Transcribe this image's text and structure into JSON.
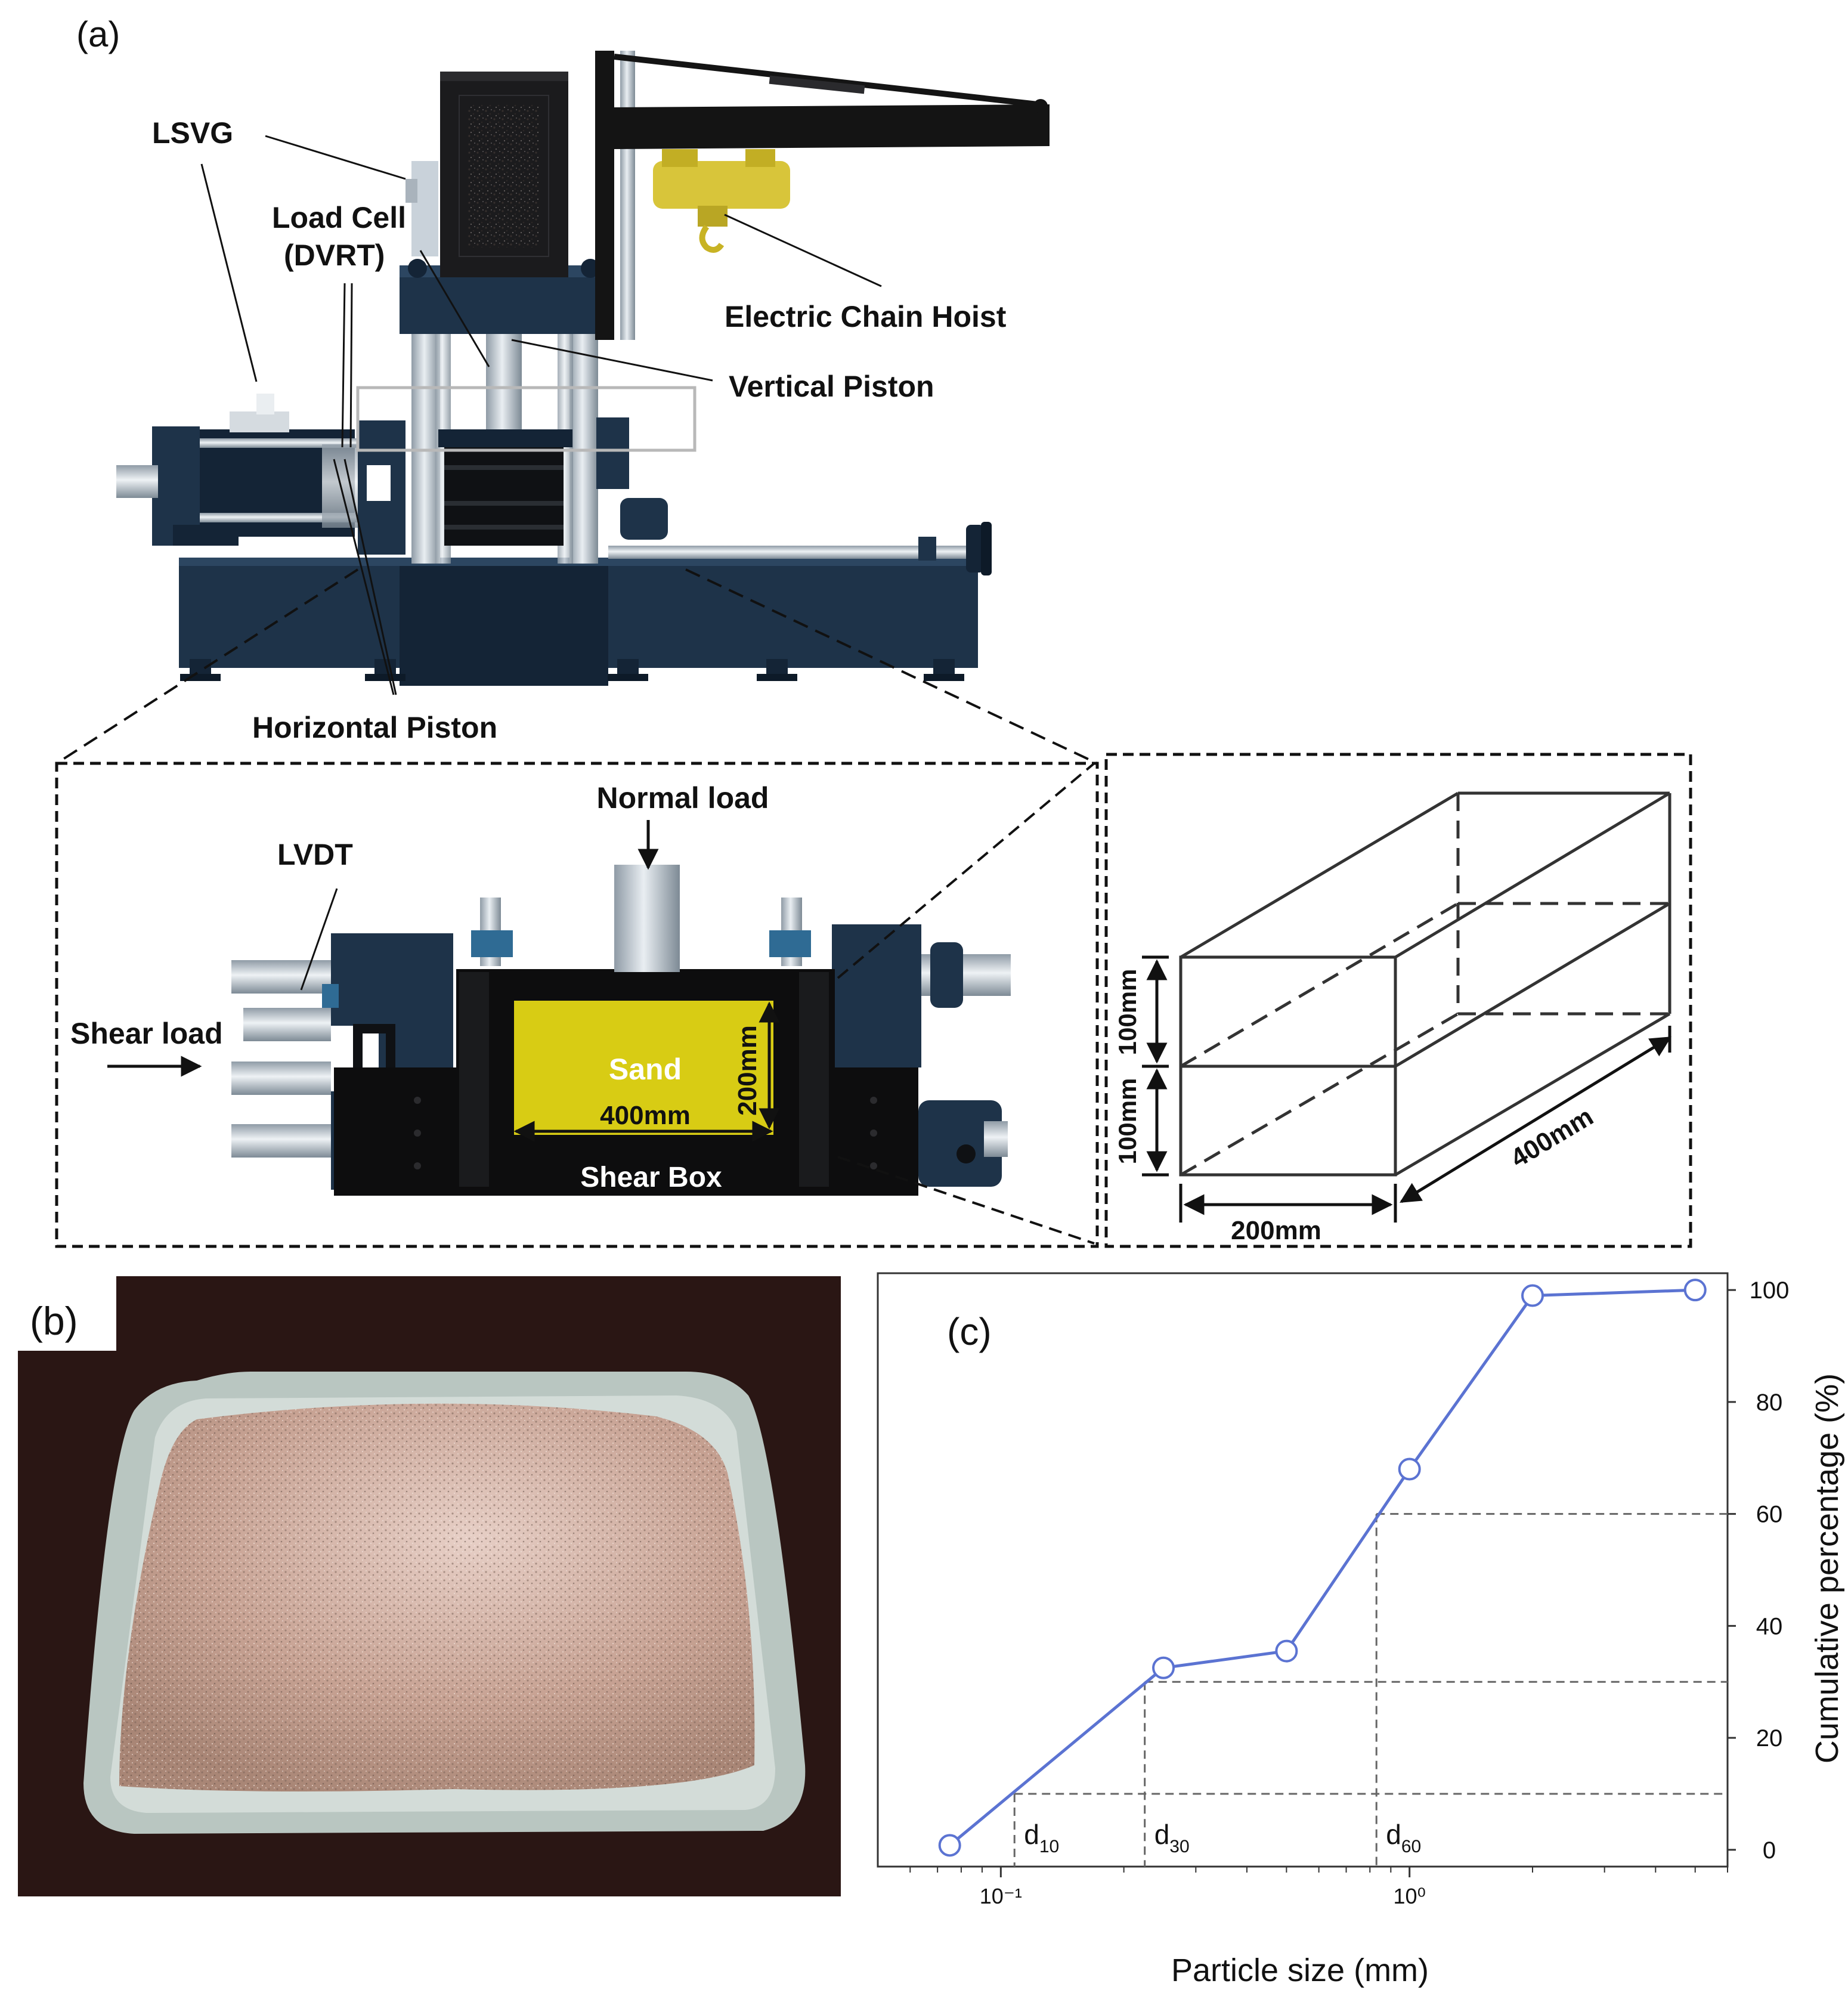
{
  "panels": {
    "a": "(a)",
    "b": "(b)",
    "c": "(c)"
  },
  "machine_labels": {
    "lsvg": "LSVG",
    "load_cell_line1": "Load Cell",
    "load_cell_line2": "(DVRT)",
    "electric_chain_hoist": "Electric Chain Hoist",
    "vertical_piston": "Vertical Piston",
    "horizontal_piston": "Horizontal Piston"
  },
  "shearbox_labels": {
    "normal_load": "Normal load",
    "lvdt": "LVDT",
    "shear_load": "Shear load",
    "sand": "Sand",
    "height": "200mm",
    "length": "400mm",
    "shear_box": "Shear Box"
  },
  "box_dimensions": {
    "upper_height": "100mm",
    "lower_height": "100mm",
    "width": "200mm",
    "depth": "400mm"
  },
  "colors": {
    "machine_body": "#1e3349",
    "machine_dark": "#142436",
    "steel": "#c9d2da",
    "hoist": "#d8c53a",
    "sand_fill": "#d8cc14",
    "curve": "#5b73d2",
    "photo_bg": "#2a1614",
    "tray": "#b9c6c1",
    "sand_photo": "#c9a79a"
  },
  "chart_data": {
    "type": "line",
    "x_scale": "log",
    "xlabel": "Particle size (mm)",
    "ylabel": "Cumulative percentage (%)",
    "xlim": [
      0.05,
      6.0
    ],
    "ylim": [
      -3,
      103
    ],
    "x_major_ticks": [
      "10⁻¹",
      "10⁰"
    ],
    "y_ticks": [
      "0",
      "20",
      "40",
      "60",
      "80",
      "100"
    ],
    "y_axis_side": "right",
    "series": [
      {
        "x": [
          0.075,
          0.25,
          0.5,
          1.0,
          2.0,
          5.0
        ],
        "y": [
          0.8,
          32.5,
          35.5,
          68.0,
          99.0,
          100.0
        ]
      }
    ],
    "reference_lines": [
      {
        "label": "d",
        "sub": "10",
        "x": 0.108,
        "y": 10
      },
      {
        "label": "d",
        "sub": "30",
        "x": 0.225,
        "y": 30
      },
      {
        "label": "d",
        "sub": "60",
        "x": 0.83,
        "y": 60
      }
    ]
  }
}
